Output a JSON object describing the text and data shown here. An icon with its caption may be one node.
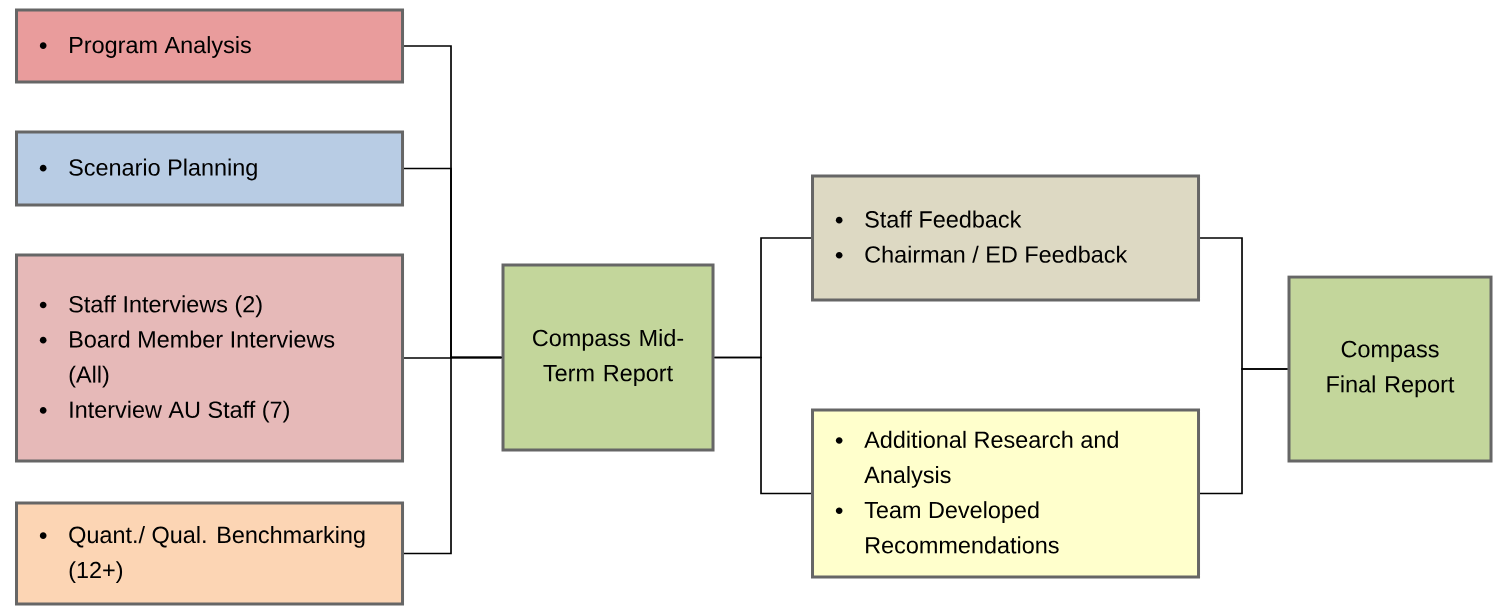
{
  "diagram": {
    "nodes": [
      {
        "text": [
          "Program Analysis"
        ]
      },
      {
        "text": [
          "Scenario Planning"
        ]
      },
      {
        "text": [
          "Staff Interviews (2)",
          "Board Member Interviews (All)",
          "Interview AU Staff (7)"
        ]
      },
      {
        "text": [
          "Quant./ Qual. Benchmarking (12+)"
        ]
      },
      {
        "text": [
          "Compass Mid-Term Report"
        ]
      },
      {
        "text": [
          "Staff Feedback",
          "Chairman / ED Feedback"
        ]
      },
      {
        "text": [
          "Additional Research and Analysis",
          "Team Developed Recommendations"
        ]
      },
      {
        "text": [
          "Compass Final Report"
        ]
      }
    ],
    "edges": [
      {
        "from": 0,
        "to": 4,
        "arrow": "none"
      },
      {
        "from": 1,
        "to": 4,
        "arrow": "none"
      },
      {
        "from": 2,
        "to": 4,
        "arrow": "none"
      },
      {
        "from": 3,
        "to": 4,
        "arrow": "none"
      },
      {
        "from": 4,
        "to": 5,
        "arrow": "none"
      },
      {
        "from": 4,
        "to": 6,
        "arrow": "none"
      },
      {
        "from": 5,
        "to": 7,
        "arrow": "none"
      },
      {
        "from": 6,
        "to": 7,
        "arrow": "none"
      }
    ]
  }
}
